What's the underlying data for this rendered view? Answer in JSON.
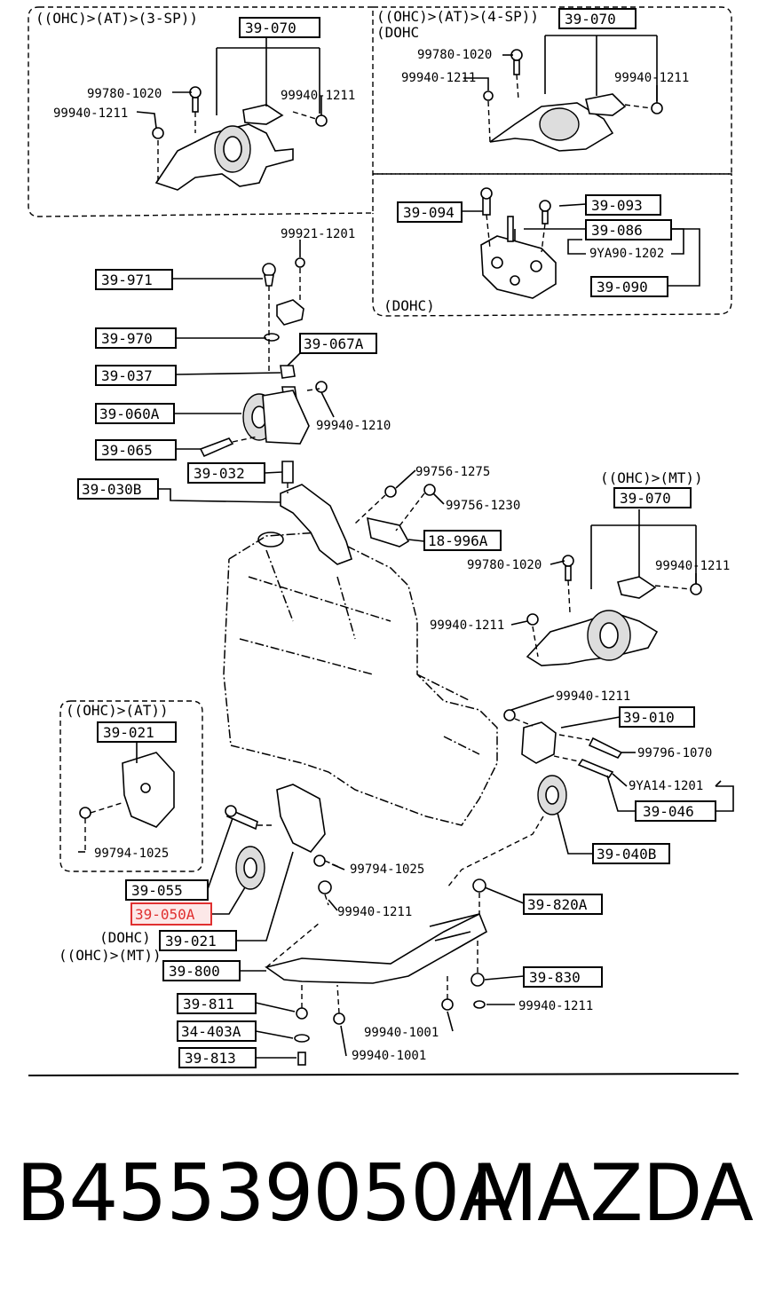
{
  "headers": {
    "top_left": "((OHC)>(AT)>(3-SP))",
    "top_right": "((OHC)>(AT)>(4-SP))",
    "dohc_top": "(DOHC",
    "dohc_mid": "(DOHC)",
    "ohc_mt_right": "((OHC)>(MT))",
    "ohc_at_left": "((OHC)>(AT))",
    "dohc_lower": "(DOHC)",
    "ohc_mt_lower": "((OHC)>(MT))"
  },
  "labels": {
    "tl_070": "39-070",
    "tr_070": "39-070",
    "l094": "39-094",
    "l093": "39-093",
    "l086": "39-086",
    "l090": "39-090",
    "l971": "39-971",
    "l970": "39-970",
    "l067a": "39-067A",
    "l037": "39-037",
    "l060a": "39-060A",
    "l065": "39-065",
    "l032": "39-032",
    "l030b": "39-030B",
    "l996a": "18-996A",
    "mt_070": "39-070",
    "l010": "39-010",
    "l046": "39-046",
    "l040b": "39-040B",
    "at_021": "39-021",
    "l055": "39-055",
    "l050a": "39-050A",
    "l021": "39-021",
    "l800": "39-800",
    "l820a": "39-820A",
    "l830": "39-830",
    "l811": "39-811",
    "l403a": "34-403A",
    "l813": "39-813"
  },
  "part_numbers": {
    "tl_1020": "99780-1020",
    "tl_1211a": "99940-1211",
    "tl_1211b": "99940-1211",
    "tr_1020": "99780-1020",
    "tr_1211a": "99940-1211",
    "tr_1211b": "99940-1211",
    "p1202": "9YA90-1202",
    "p1201": "99921-1201",
    "p1210": "99940-1210",
    "p1275": "99756-1275",
    "p1230": "99756-1230",
    "mt_1020": "99780-1020",
    "mt_1211a": "99940-1211",
    "mt_1211b": "99940-1211",
    "p1211c": "99940-1211",
    "p1070": "99796-1070",
    "p9ya14": "9YA14-1201",
    "at_1025": "99794-1025",
    "p1025": "99794-1025",
    "p1211d": "99940-1211",
    "p1211e": "99940-1211",
    "p1001a": "99940-1001",
    "p1001b": "99940-1001"
  },
  "highlight_color": "#e03030",
  "footer": {
    "part_number": "B45539050A",
    "brand": "MAZDA"
  }
}
